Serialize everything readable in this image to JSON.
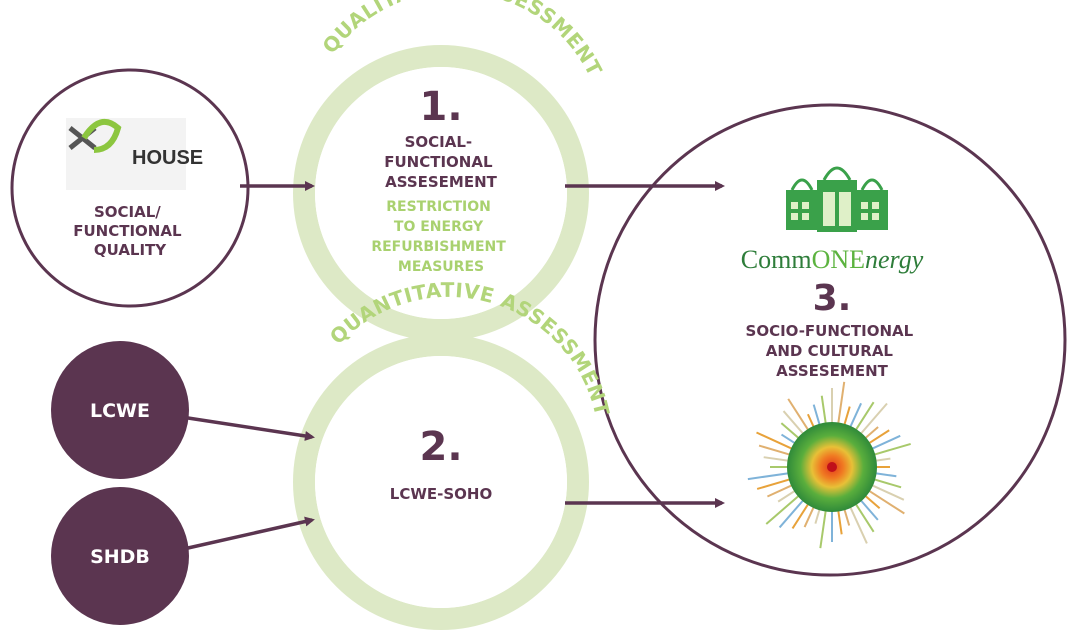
{
  "colors": {
    "purple": "#5b3550",
    "light_green": "#b2d57a",
    "pale_green": "#dde9c6",
    "green_dark": "#2e8a38"
  },
  "arc_labels": {
    "qualitative": "QUALITATIVE ASSESSMENT",
    "quantitative": "QUANTITATIVE ASSESSMENT"
  },
  "left_top": {
    "logo_text": "HOUSE",
    "lines": [
      "SOCIAL/",
      "FUNCTIONAL",
      "QUALITY"
    ]
  },
  "step1": {
    "number": "1.",
    "title_lines": [
      "SOCIAL-",
      "FUNCTIONAL",
      "ASSESEMENT"
    ],
    "sub_lines": [
      "RESTRICTION",
      "TO ENERGY",
      "REFURBISHMENT",
      "MEASURES"
    ]
  },
  "step2": {
    "number": "2.",
    "title": "LCWE-SOHO"
  },
  "inputs": {
    "lcwe": "LCWE",
    "shdb": "SHDB"
  },
  "step3": {
    "logo_prefix": "Comm",
    "logo_middle": "ONE",
    "logo_suffix": "nergy",
    "number": "3.",
    "title_lines": [
      "SOCIO-FUNCTIONAL",
      "AND CULTURAL",
      "ASSESEMENT"
    ]
  }
}
